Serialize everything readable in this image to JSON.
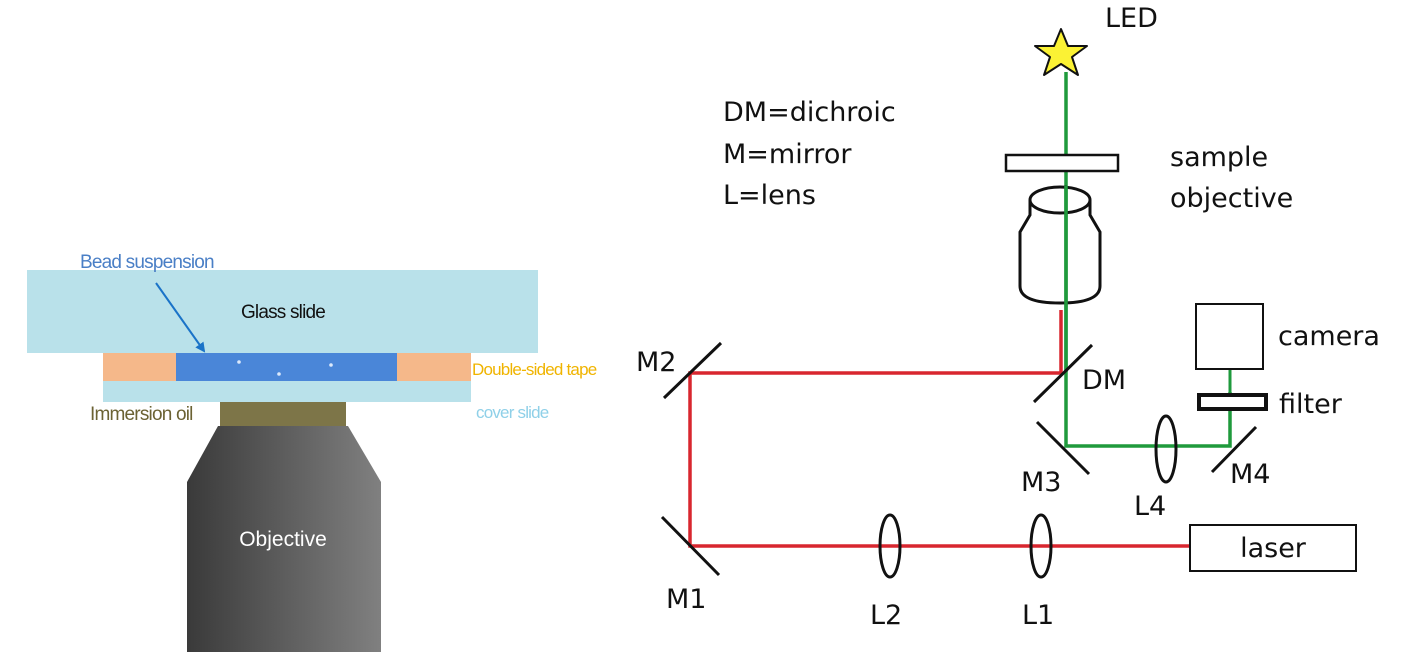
{
  "left_diagram": {
    "labels": {
      "bead_suspension": "Bead suspension",
      "glass_slide": "Glass slide",
      "double_sided_tape": "Double-sided tape",
      "cover_slide": "cover slide",
      "immersion_oil": "Immersion oil",
      "objective": "Objective"
    },
    "colors": {
      "glass_slide": "#b9e1ea",
      "cover_slide": "#b9e1ea",
      "tape": "#f5b88a",
      "bead_suspension": "#4a86d8",
      "immersion_oil": "#7d7548",
      "objective_dark": "#3d3d3d",
      "objective_light": "#7f7f7f",
      "bead_label": "#4a7fc6",
      "tape_label": "#f0b400",
      "cover_label": "#8fd0e8",
      "oil_label": "#6b6233",
      "arrow": "#1a73c8"
    }
  },
  "right_diagram": {
    "legend": {
      "line1": "DM=dichroic",
      "line2": "M=mirror",
      "line3": "L=lens"
    },
    "labels": {
      "led": "LED",
      "sample": "sample",
      "objective": "objective",
      "camera": "camera",
      "filter": "filter",
      "laser": "laser",
      "dm": "DM",
      "m1": "M1",
      "m2": "M2",
      "m3": "M3",
      "m4": "M4",
      "l1": "L1",
      "l2": "L2",
      "l4": "L4"
    },
    "colors": {
      "laser_beam": "#d8262f",
      "fluorescence_beam": "#1f9a3c",
      "led_star": "#fbf234",
      "outline": "#111111"
    }
  }
}
